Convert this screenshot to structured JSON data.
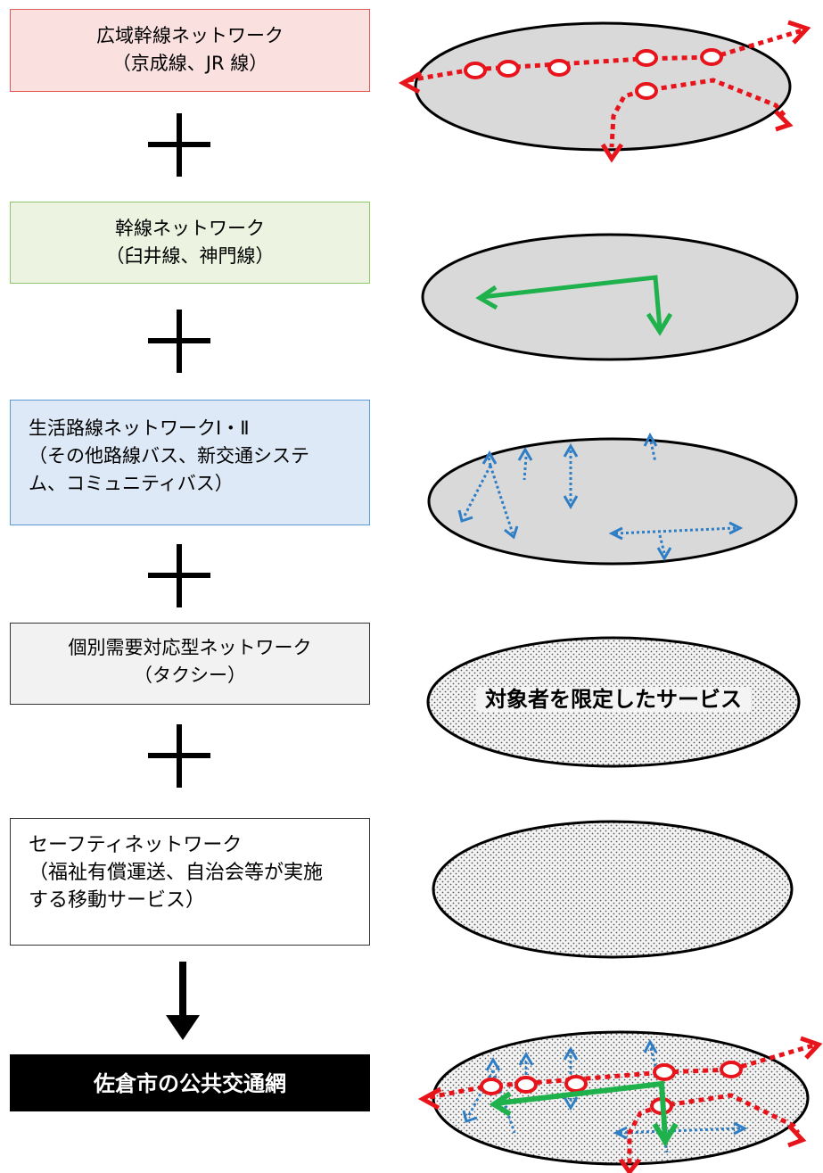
{
  "layers": [
    {
      "id": "wide-area",
      "lines": [
        "広域幹線ネットワーク",
        "（京成線、JR 線）"
      ],
      "fill": "#fbe0e0",
      "border": "#e05a5a"
    },
    {
      "id": "trunk",
      "lines": [
        "幹線ネットワーク",
        "（臼井線、神門線）"
      ],
      "fill": "#ecf3e0",
      "border": "#8fc66a"
    },
    {
      "id": "daily-life",
      "lines": [
        "生活路線ネットワークⅠ・Ⅱ",
        "（その他路線バス、新交通システ",
        "ム、コミュニティバス）"
      ],
      "fill": "#dde9f6",
      "border": "#5b9bd5"
    },
    {
      "id": "individual",
      "lines": [
        "個別需要対応型ネットワーク",
        "（タクシー）"
      ],
      "fill": "#f2f2f2",
      "border": "#333333"
    },
    {
      "id": "safety",
      "lines": [
        "セーフティネットワーク",
        "（福祉有償運送、自治会等が実施",
        "する移動サービス）"
      ],
      "fill": "#ffffff",
      "border": "#333333"
    }
  ],
  "result": {
    "label": "佐倉市の公共交通網"
  },
  "oval_label": "対象者を限定したサービス",
  "colors": {
    "rail": "#e8141c",
    "trunk": "#1fb14b",
    "bus": "#2e7ec6",
    "oval": "#d9d9d9",
    "result_box": "#000000"
  }
}
